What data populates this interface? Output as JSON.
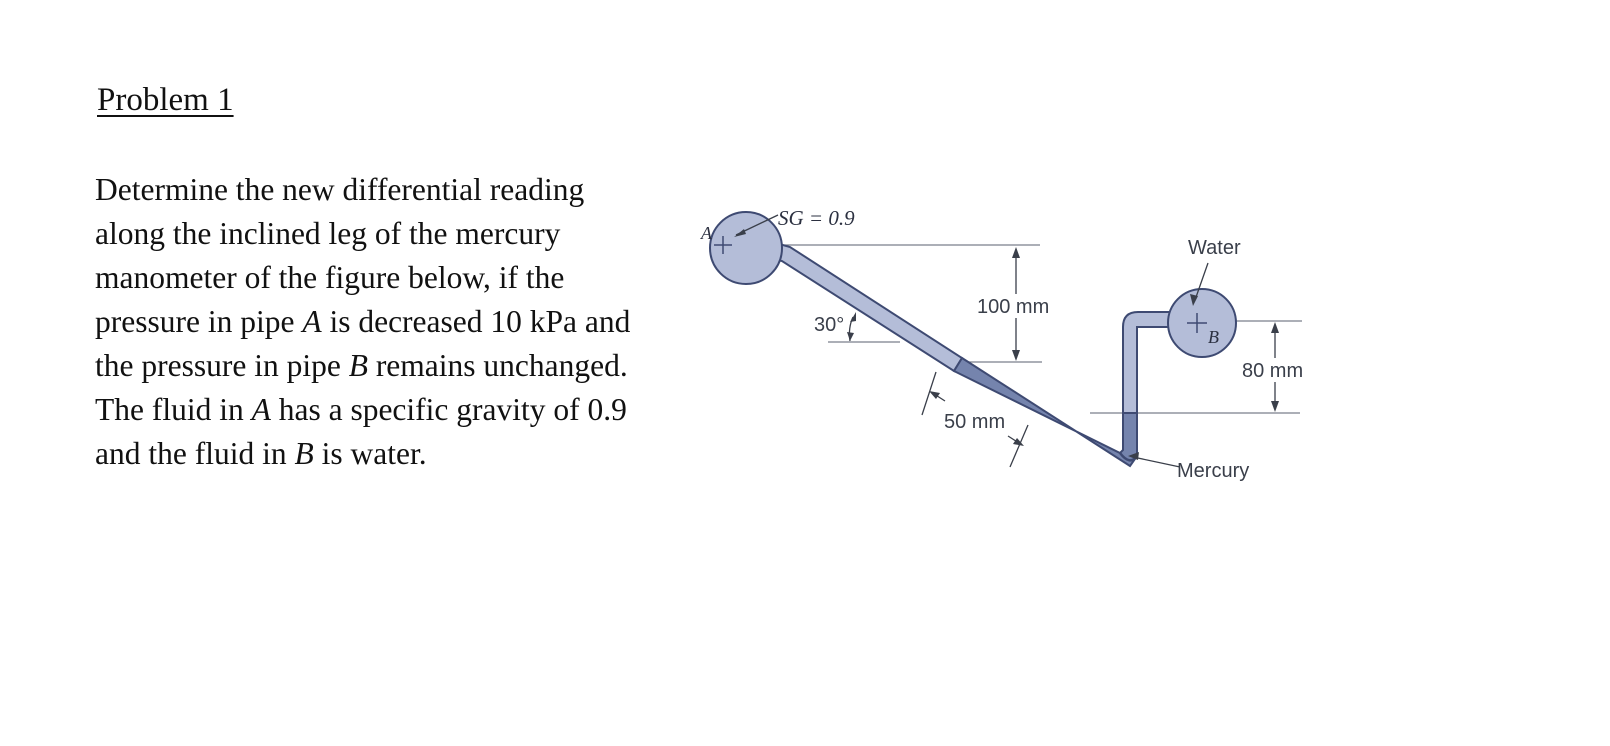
{
  "problem": {
    "title": "Problem 1",
    "statement_lines": [
      [
        {
          "t": "Determine the new differential reading"
        }
      ],
      [
        {
          "t": "along the inclined leg of the mercury"
        }
      ],
      [
        {
          "t": "manometer of the figure below, if the"
        }
      ],
      [
        {
          "t": "pressure in pipe "
        },
        {
          "t": "A",
          "i": true
        },
        {
          "t": " is decreased 10 kPa and"
        }
      ],
      [
        {
          "t": "the pressure in pipe "
        },
        {
          "t": "B",
          "i": true
        },
        {
          "t": " remains unchanged."
        }
      ],
      [
        {
          "t": "The fluid in "
        },
        {
          "t": "A",
          "i": true
        },
        {
          "t": " has a specific gravity of 0.9"
        }
      ],
      [
        {
          "t": "and the fluid in "
        },
        {
          "t": "B",
          "i": true
        },
        {
          "t": " is water."
        }
      ]
    ]
  },
  "figure": {
    "pipe_a_label": "A",
    "pipe_b_label": "B",
    "sg_label": "SG = 0.9",
    "water_label": "Water",
    "mercury_label": "Mercury",
    "dim_100": "100 mm",
    "dim_50": "50 mm",
    "dim_80": "80 mm",
    "angle_label": "30°",
    "colors": {
      "pipe_fill": "#b4bdd8",
      "pipe_stroke": "#3e4a72",
      "mercury_fill": "#7584ad",
      "guide_line": "#7a7f8c"
    }
  }
}
